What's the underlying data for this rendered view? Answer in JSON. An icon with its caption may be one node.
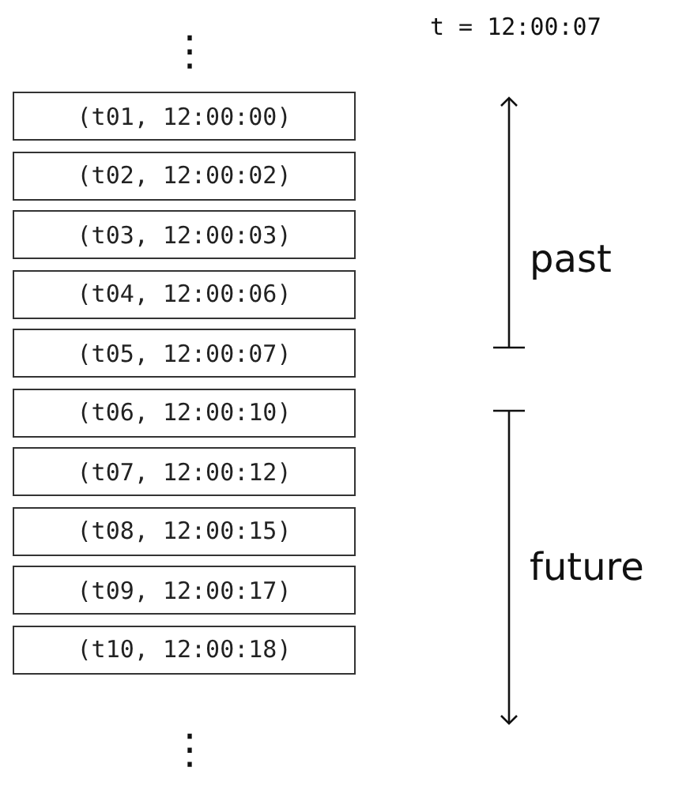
{
  "diagram": {
    "nodes": [
      {
        "text": [
          "(t01, 12:00:00)"
        ]
      },
      {
        "text": [
          "(t02, 12:00:02)"
        ]
      },
      {
        "text": [
          "(t03, 12:00:03)"
        ]
      },
      {
        "text": [
          "(t04, 12:00:06)"
        ]
      },
      {
        "text": [
          "(t05, 12:00:07)"
        ]
      },
      {
        "text": [
          "(t06, 12:00:10)"
        ]
      },
      {
        "text": [
          "(t07, 12:00:12)"
        ]
      },
      {
        "text": [
          "(t08, 12:00:15)"
        ]
      },
      {
        "text": [
          "(t09, 12:00:17)"
        ]
      },
      {
        "text": [
          "(t10, 12:00:18)"
        ]
      }
    ],
    "labels": [
      "⋮",
      "t = 12:00:07",
      "past",
      "future",
      "⋮"
    ]
  }
}
